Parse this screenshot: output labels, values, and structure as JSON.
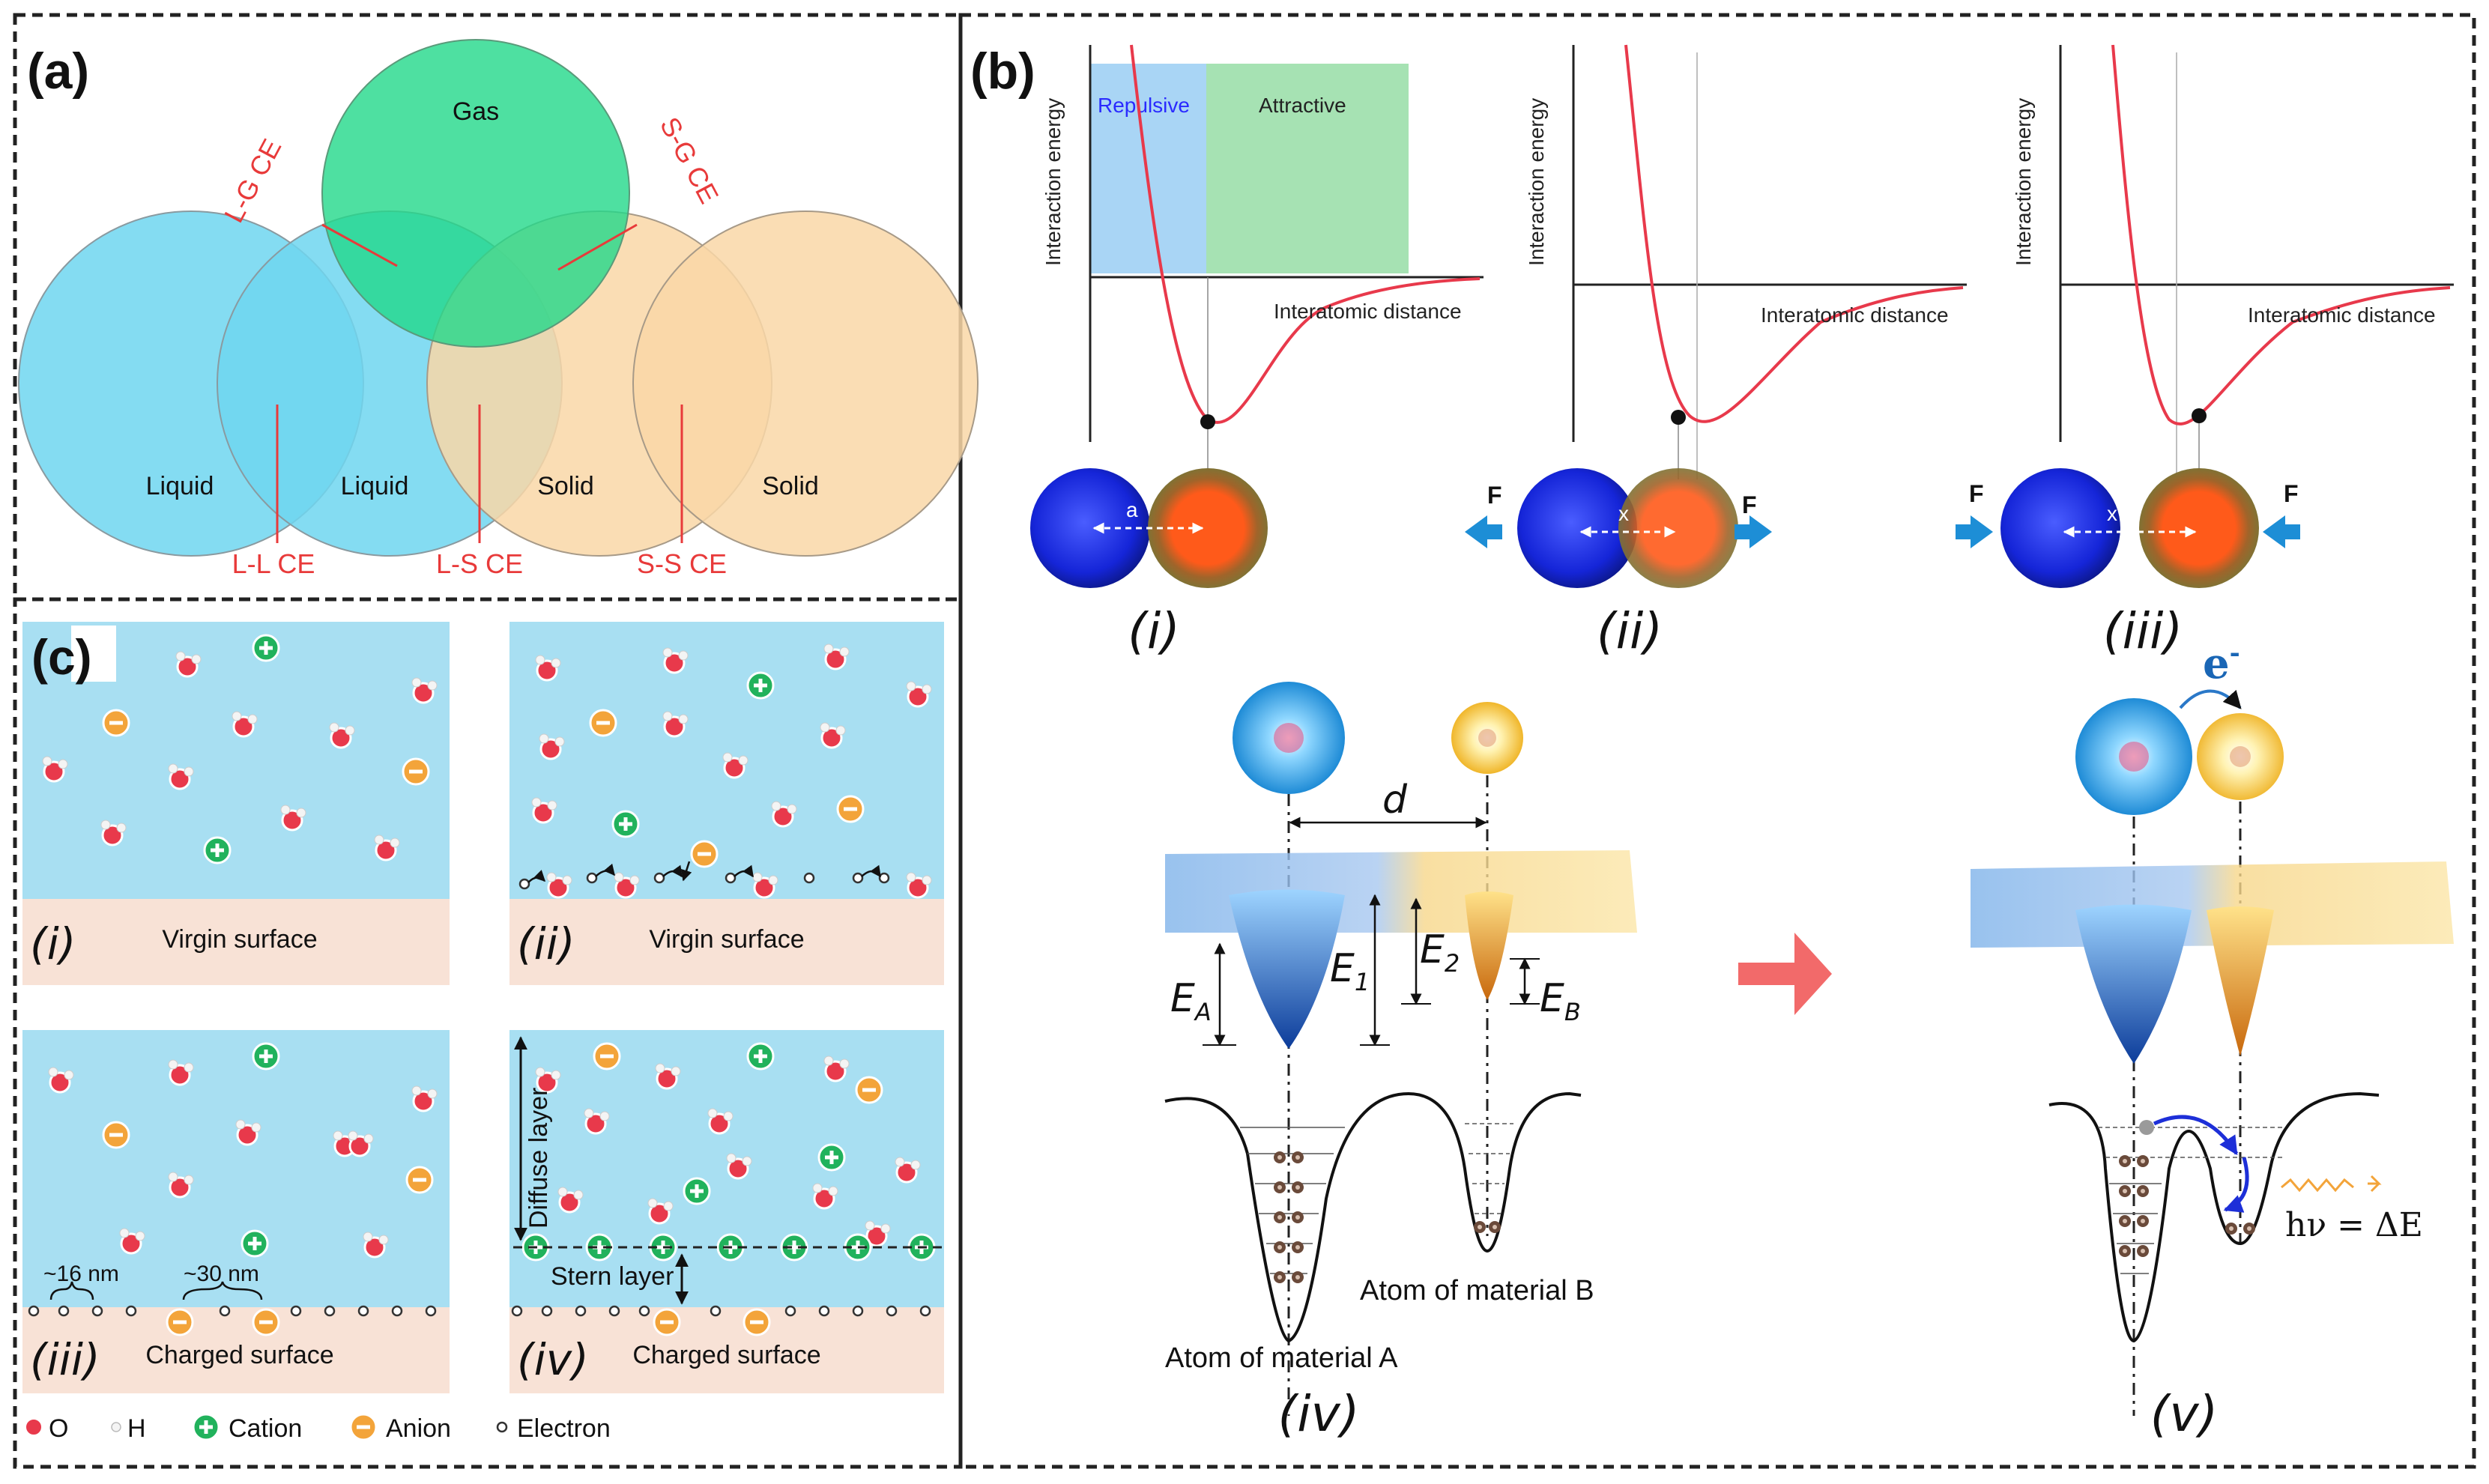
{
  "panels": {
    "a": {
      "label": "(a)",
      "circles": {
        "gas": "Gas",
        "liquid1": "Liquid",
        "liquid2": "Liquid",
        "solid1": "Solid",
        "solid2": "Solid"
      },
      "ce_labels": {
        "lg": "L-G CE",
        "sg": "S-G CE",
        "ll": "L-L CE",
        "ls": "L-S CE",
        "ss": "S-S CE"
      },
      "colors": {
        "liquid": "#6fd6f0",
        "gas": "#22d88a",
        "solid": "#f9d7a7",
        "ce_line": "#e83a3a"
      }
    },
    "b": {
      "label": "(b)",
      "region_repulsive": "Repulsive",
      "region_attractive": "Attractive",
      "y_axis": "Interaction energy",
      "x_axis": "Interatomic distance",
      "force": "F",
      "dist_a": "a",
      "dist_x": "x",
      "sub_i": "(i)",
      "sub_ii": "(ii)",
      "sub_iii": "(iii)",
      "sub_iv": "(iv)",
      "sub_v": "(v)",
      "d_label": "d",
      "e_a": "E",
      "e_a_sub": "A",
      "e_1": "E",
      "e_1_sub": "1",
      "e_2": "E",
      "e_2_sub": "2",
      "e_b": "E",
      "e_b_sub": "B",
      "atom_a": "Atom of material A",
      "atom_b": "Atom of material B",
      "electron": "e",
      "electron_sup": "-",
      "photon": "hν = ΔE"
    },
    "c": {
      "label": "(c)",
      "sub_i": "(i)",
      "sub_ii": "(ii)",
      "sub_iii": "(iii)",
      "sub_iv": "(iv)",
      "virgin": "Virgin surface",
      "charged": "Charged surface",
      "d16": "~16 nm",
      "d30": "~30 nm",
      "diffuse": "Diffuse layer",
      "stern": "Stern layer",
      "legend": {
        "o": "O",
        "h": "H",
        "cation": "Cation",
        "anion": "Anion",
        "electron": "Electron"
      },
      "colors": {
        "water": "#a8dff2",
        "surface": "#f8e2d6",
        "oxygen": "#e8394b",
        "cation": "#21b25c",
        "anion": "#f3a43a"
      }
    }
  }
}
